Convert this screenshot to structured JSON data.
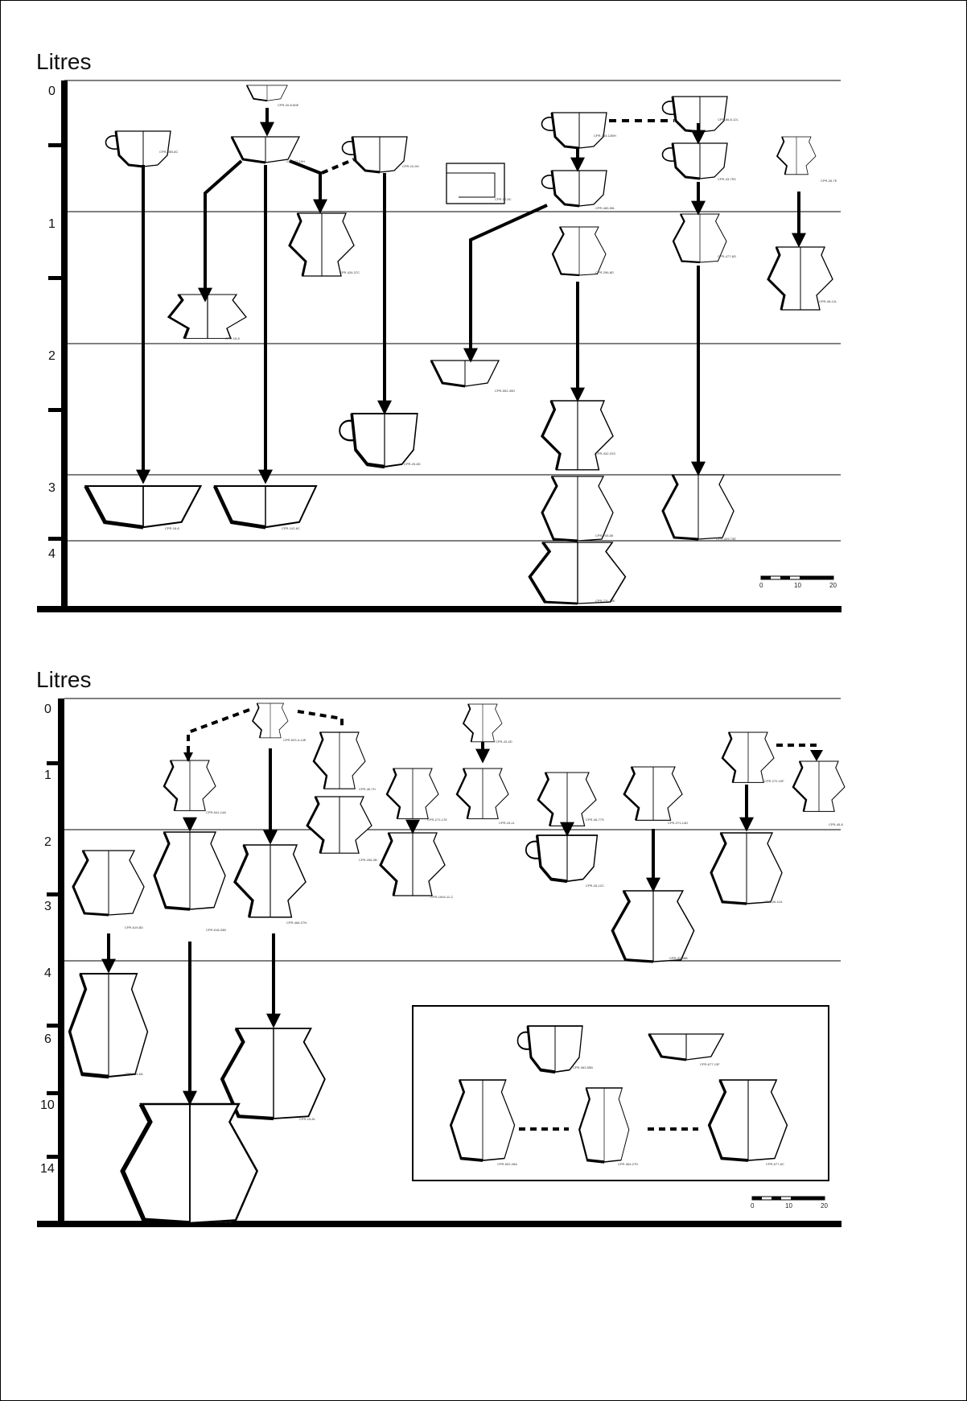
{
  "panels": [
    {
      "title": "Litres",
      "y_ticks": [
        "0",
        "1",
        "2",
        "3",
        "4"
      ],
      "vessel_labels": [
        "CPR-20-8-80E",
        "CPR-55B-8C",
        "CPR-47-10H",
        "CPR-10-9H",
        "CPR-10-5C",
        "CPR-764-12BH",
        "CPR-66-8-12L",
        "CPR-465-55L",
        "CPR-43-75S",
        "CPR-26-7E",
        "CPR-426-37C",
        "CPR-16-8",
        "CPR-296-8D",
        "CPR-477-6D",
        "CPR-48-12L",
        "CPR-552-40D",
        "CPR-25-8D",
        "CPR-432-31S",
        "CPR-16-8",
        "CPR-142-6C",
        "CPR-705-5E",
        "CPR-429-73E",
        "CPR-711-12E"
      ],
      "scale_bar": [
        "0",
        "10",
        "20"
      ]
    },
    {
      "title": "Litres",
      "y_ticks": [
        "0",
        "1",
        "2",
        "3",
        "4",
        "6",
        "10",
        "14"
      ],
      "vessel_labels": [
        "CPR-523-4-14E",
        "CPR-43-4D",
        "CPR-541-14A",
        "CPR-46-7H",
        "CPR-272-17E",
        "CPR-15-11",
        "CPR-46-77S",
        "CPR-271-14D",
        "CPR-272-19F",
        "CPR-45-8",
        "CPR-256-3B",
        "CPR-1694-11-C",
        "CPR-26-12C",
        "CPR-26-11A",
        "CPR-619-8D",
        "CPR-618-33B",
        "CPR-466-27N",
        "CPR-32-86B",
        "CPR-485-6A",
        "CPR-15-8L",
        "CPR-16-5E"
      ],
      "inset_labels": [
        "CPR-363-55B",
        "CPR-677-13F",
        "CPR-502-28A",
        "CPR-364-27D",
        "CPR-677-6C"
      ],
      "scale_bar": [
        "0",
        "10",
        "20"
      ]
    }
  ]
}
